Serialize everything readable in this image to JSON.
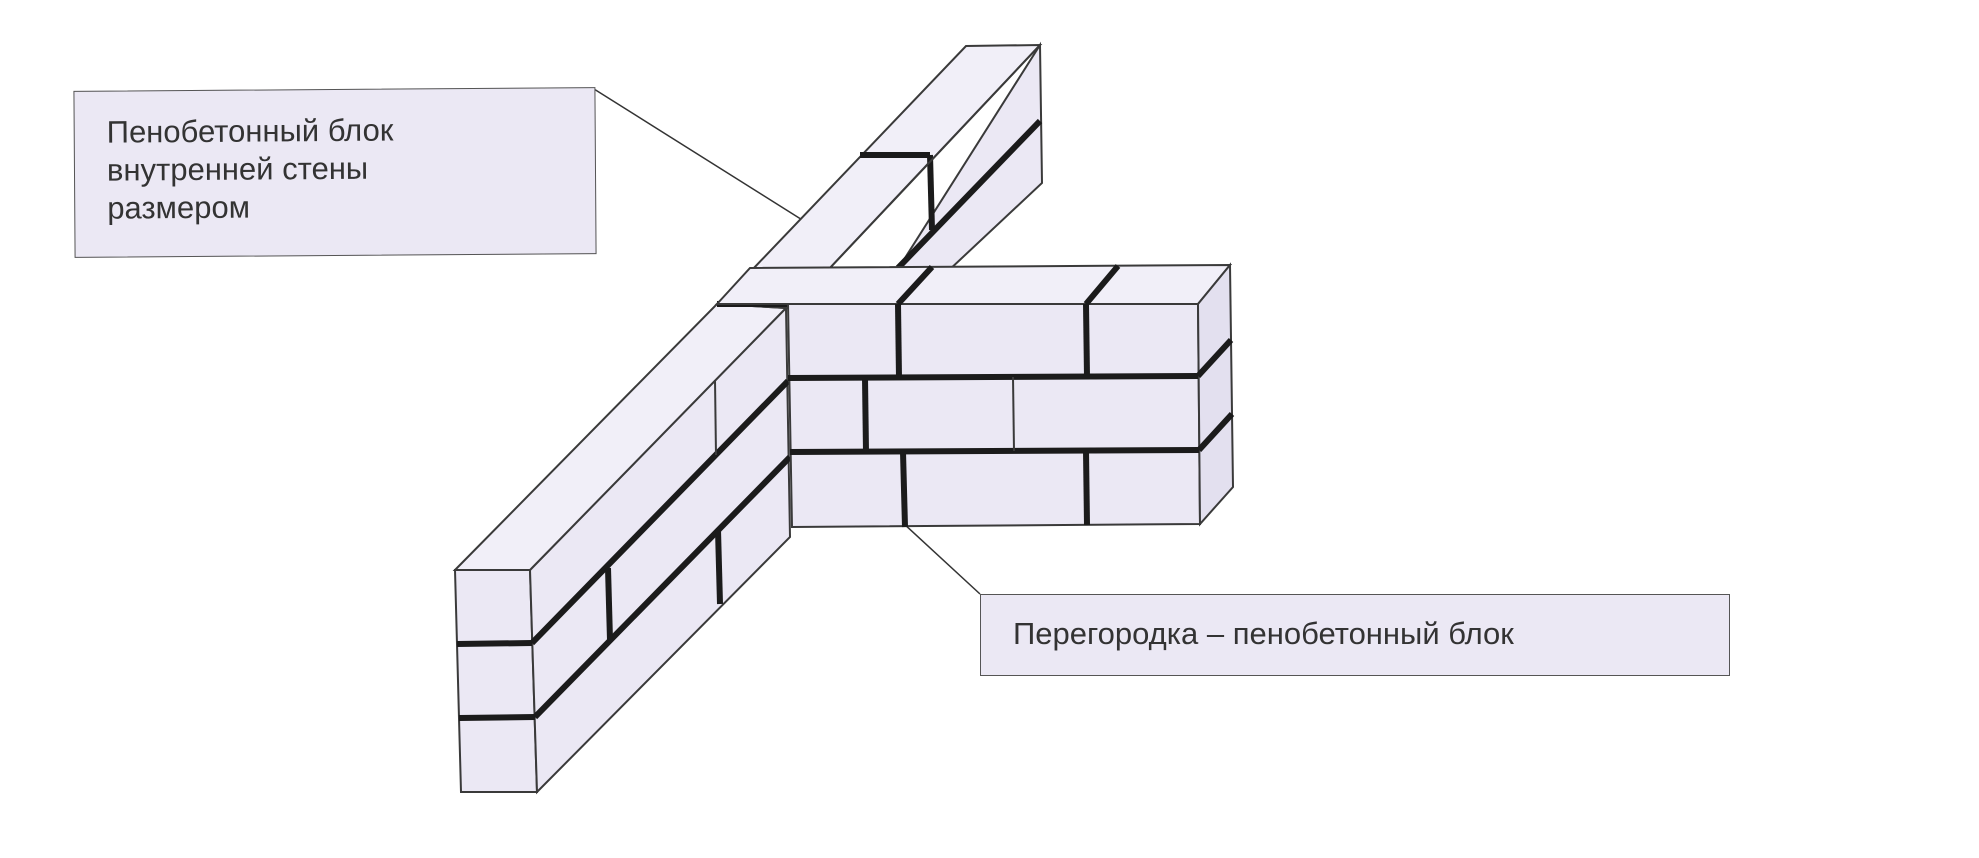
{
  "callouts": {
    "wall_block": {
      "lines": [
        "Пенобетонный блок",
        "внутренней стены",
        "размером"
      ]
    },
    "partition_block": {
      "text": "Перегородка – пенобетонный блок"
    }
  },
  "colors": {
    "block_fill": "#ebe8f4",
    "block_fill_shadow": "#dddaea",
    "joint": "#1b1b1b",
    "outline": "#3a3a3a",
    "background": "#ffffff"
  }
}
